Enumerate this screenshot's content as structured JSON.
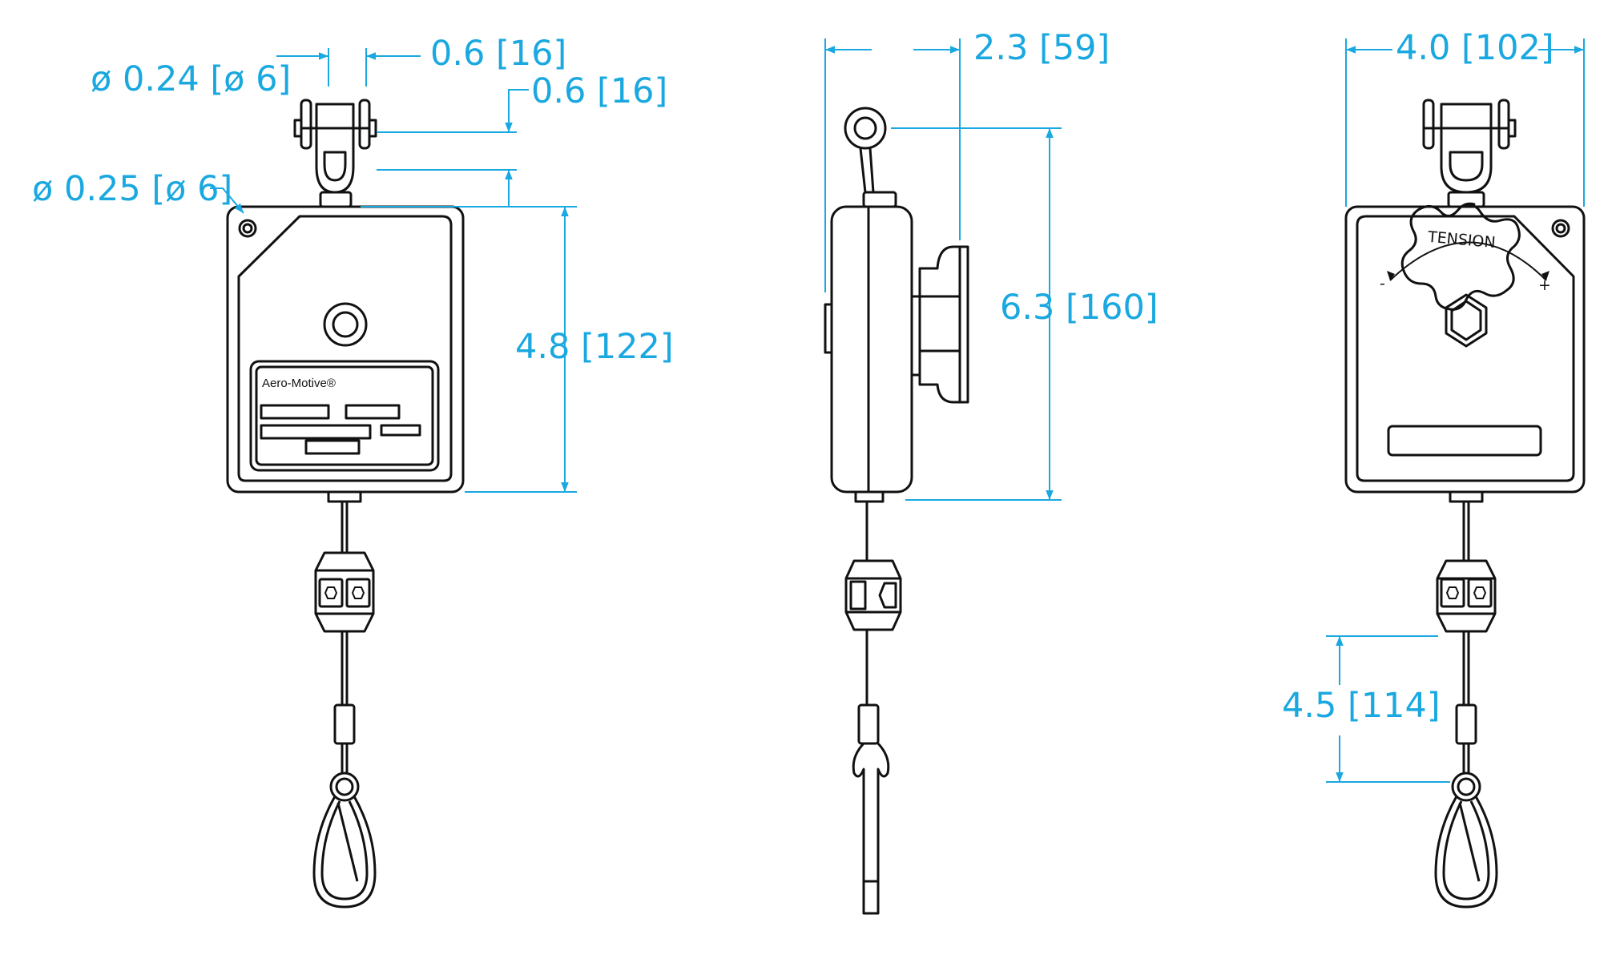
{
  "colors": {
    "dimension": "#1aa8e0",
    "outline": "#111111",
    "background": "#ffffff"
  },
  "front_view": {
    "pin_diameter": "ø 0.24 [ø 6]",
    "shackle_width": "0.6 [16]",
    "shackle_height": "0.6 [16]",
    "hole_diameter": "ø 0.25 [ø 6]",
    "body_height": "4.8 [122]",
    "brand": "Aero-Motive®"
  },
  "side_view": {
    "depth": "2.3 [59]",
    "overall_height": "6.3 [160]"
  },
  "rear_view": {
    "width": "4.0 [102]",
    "tension_label": "TENSION",
    "tension_minus": "-",
    "tension_plus": "+",
    "travel": "4.5 [114]"
  }
}
